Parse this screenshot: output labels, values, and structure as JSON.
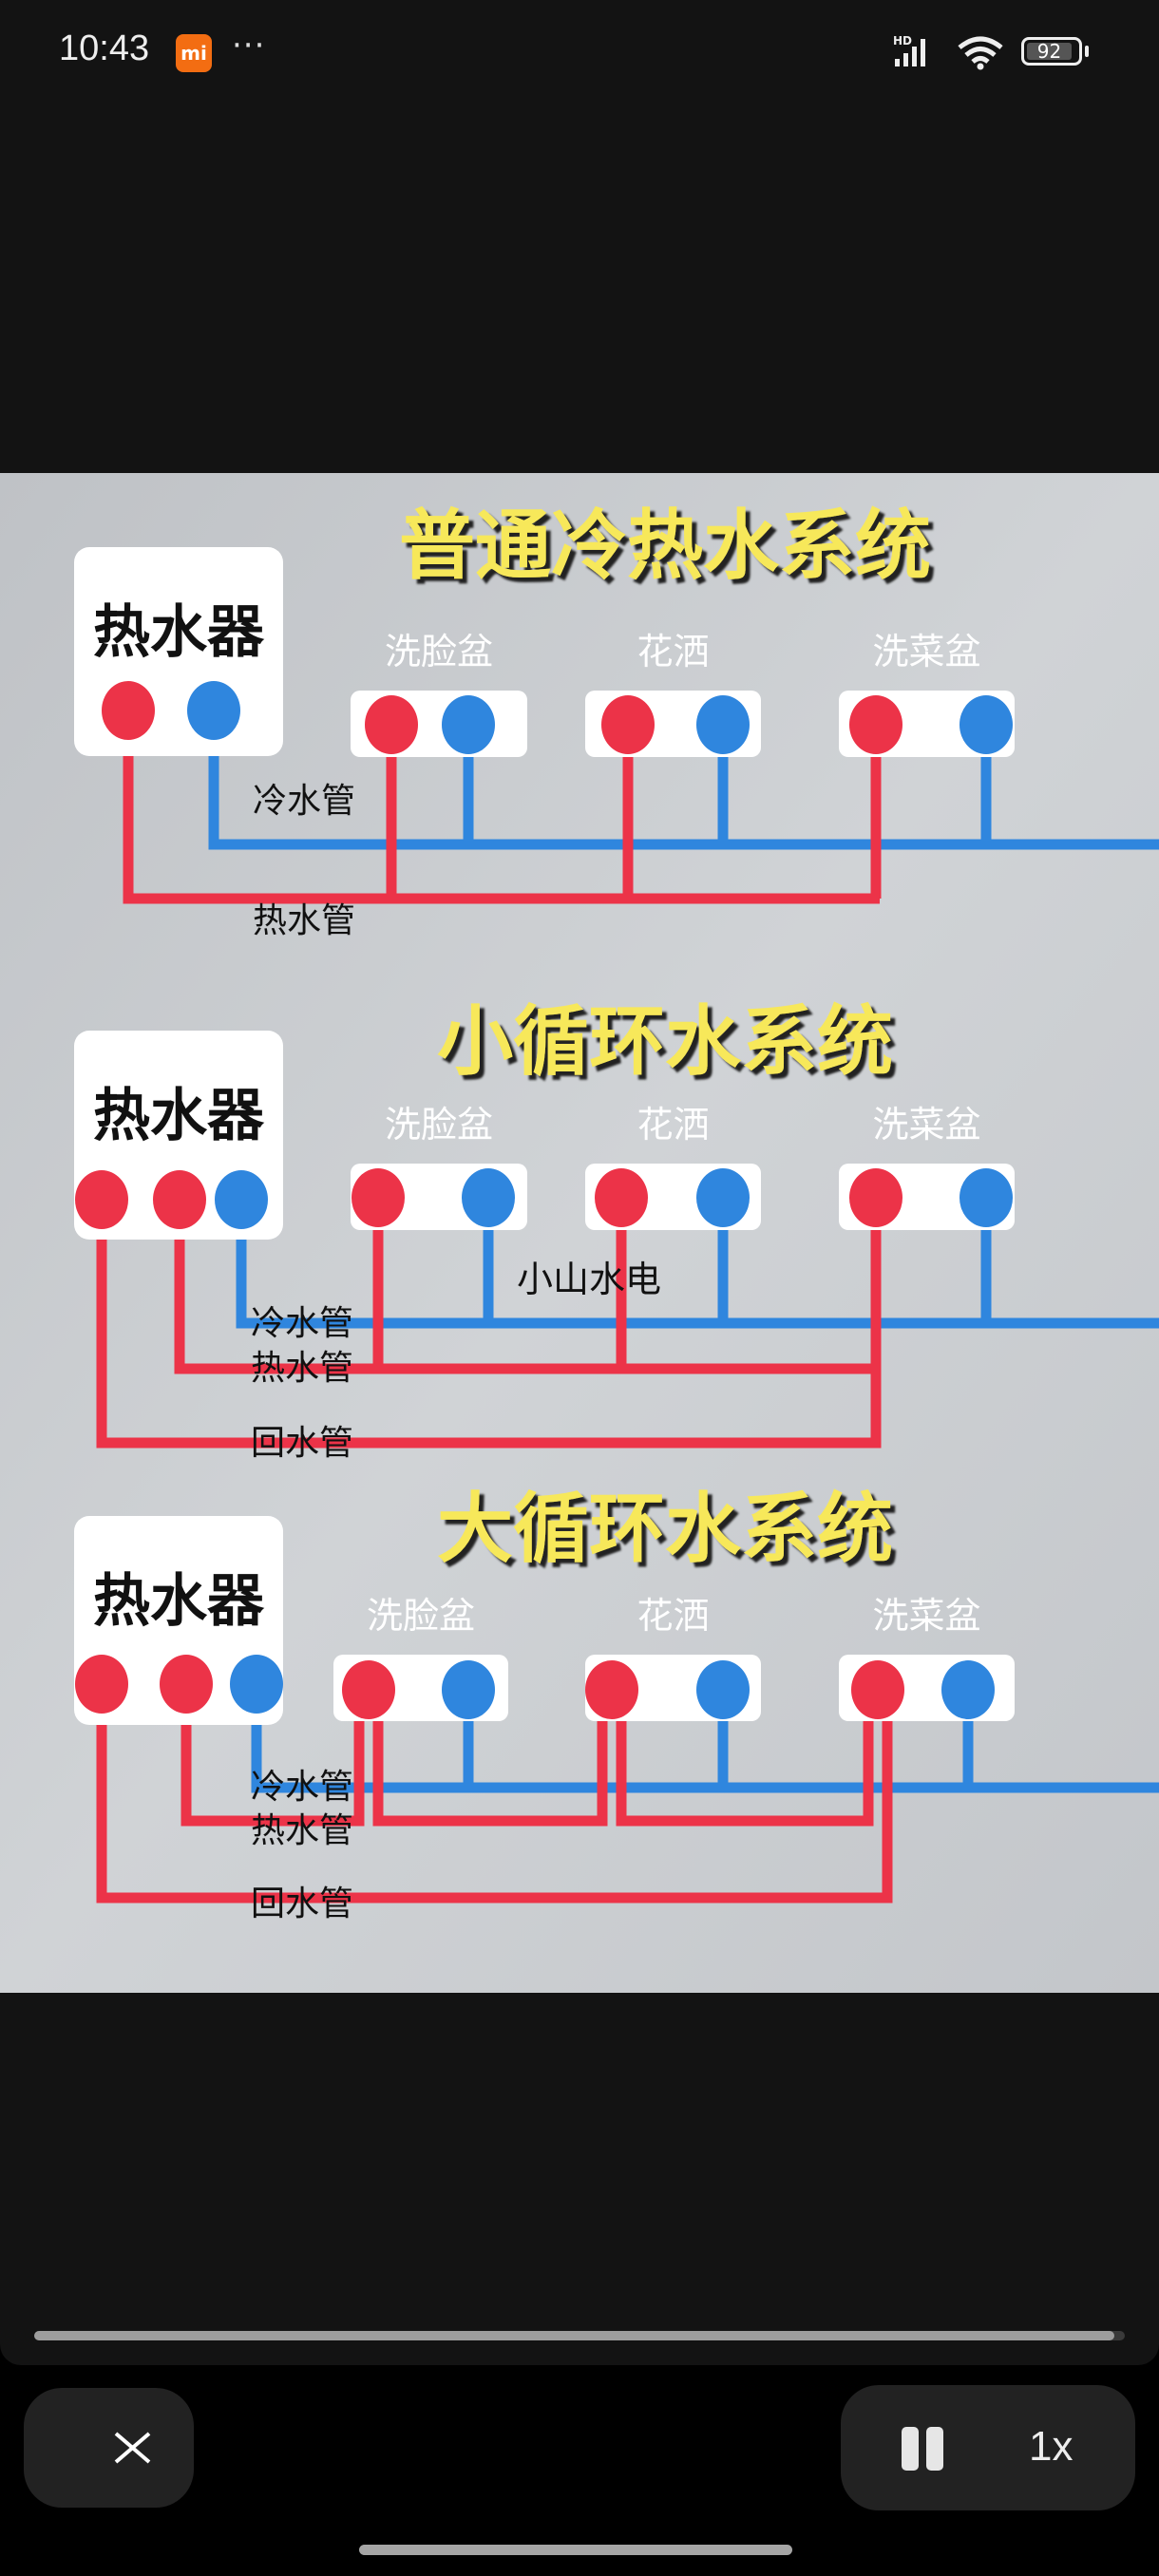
{
  "status_bar": {
    "time": "10:43",
    "app_badge": "mi",
    "more": "···",
    "network": "HD",
    "battery": "92"
  },
  "diagram": {
    "sections": [
      {
        "title": "普通冷热水系统",
        "heater": "热水器",
        "fixtures": [
          "洗脸盆",
          "花洒",
          "洗菜盆"
        ],
        "pipes": [
          "冷水管",
          "热水管"
        ]
      },
      {
        "title": "小循环水系统",
        "heater": "热水器",
        "fixtures": [
          "洗脸盆",
          "花洒",
          "洗菜盆"
        ],
        "pipes": [
          "冷水管",
          "热水管",
          "回水管"
        ],
        "watermark": "小山水电"
      },
      {
        "title": "大循环水系统",
        "heater": "热水器",
        "fixtures": [
          "洗脸盆",
          "花洒",
          "洗菜盆"
        ],
        "pipes": [
          "冷水管",
          "热水管",
          "回水管"
        ]
      }
    ],
    "colors": {
      "hot": "#ec3348",
      "cold": "#2f86de",
      "title": "#f7e85a",
      "background": "#c9cccf"
    }
  },
  "player": {
    "progress_percent": 99,
    "close_icon": "close-icon",
    "pause_icon": "pause-icon",
    "speed": "1x"
  }
}
